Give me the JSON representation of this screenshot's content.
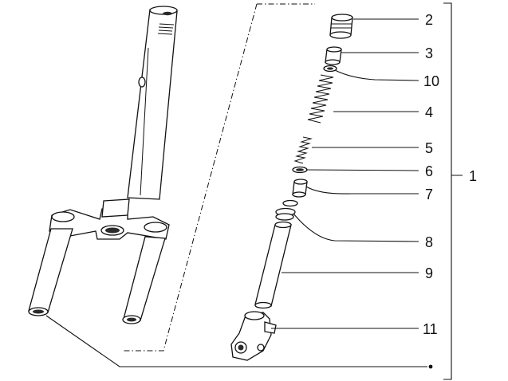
{
  "callouts": [
    {
      "id": "p2",
      "label": "2"
    },
    {
      "id": "p3",
      "label": "3"
    },
    {
      "id": "p10",
      "label": "10"
    },
    {
      "id": "p4",
      "label": "4"
    },
    {
      "id": "p5",
      "label": "5"
    },
    {
      "id": "p6",
      "label": "6"
    },
    {
      "id": "p7",
      "label": "7"
    },
    {
      "id": "p8",
      "label": "8"
    },
    {
      "id": "p9",
      "label": "9"
    },
    {
      "id": "p11",
      "label": "11"
    },
    {
      "id": "p1",
      "label": "1"
    }
  ]
}
